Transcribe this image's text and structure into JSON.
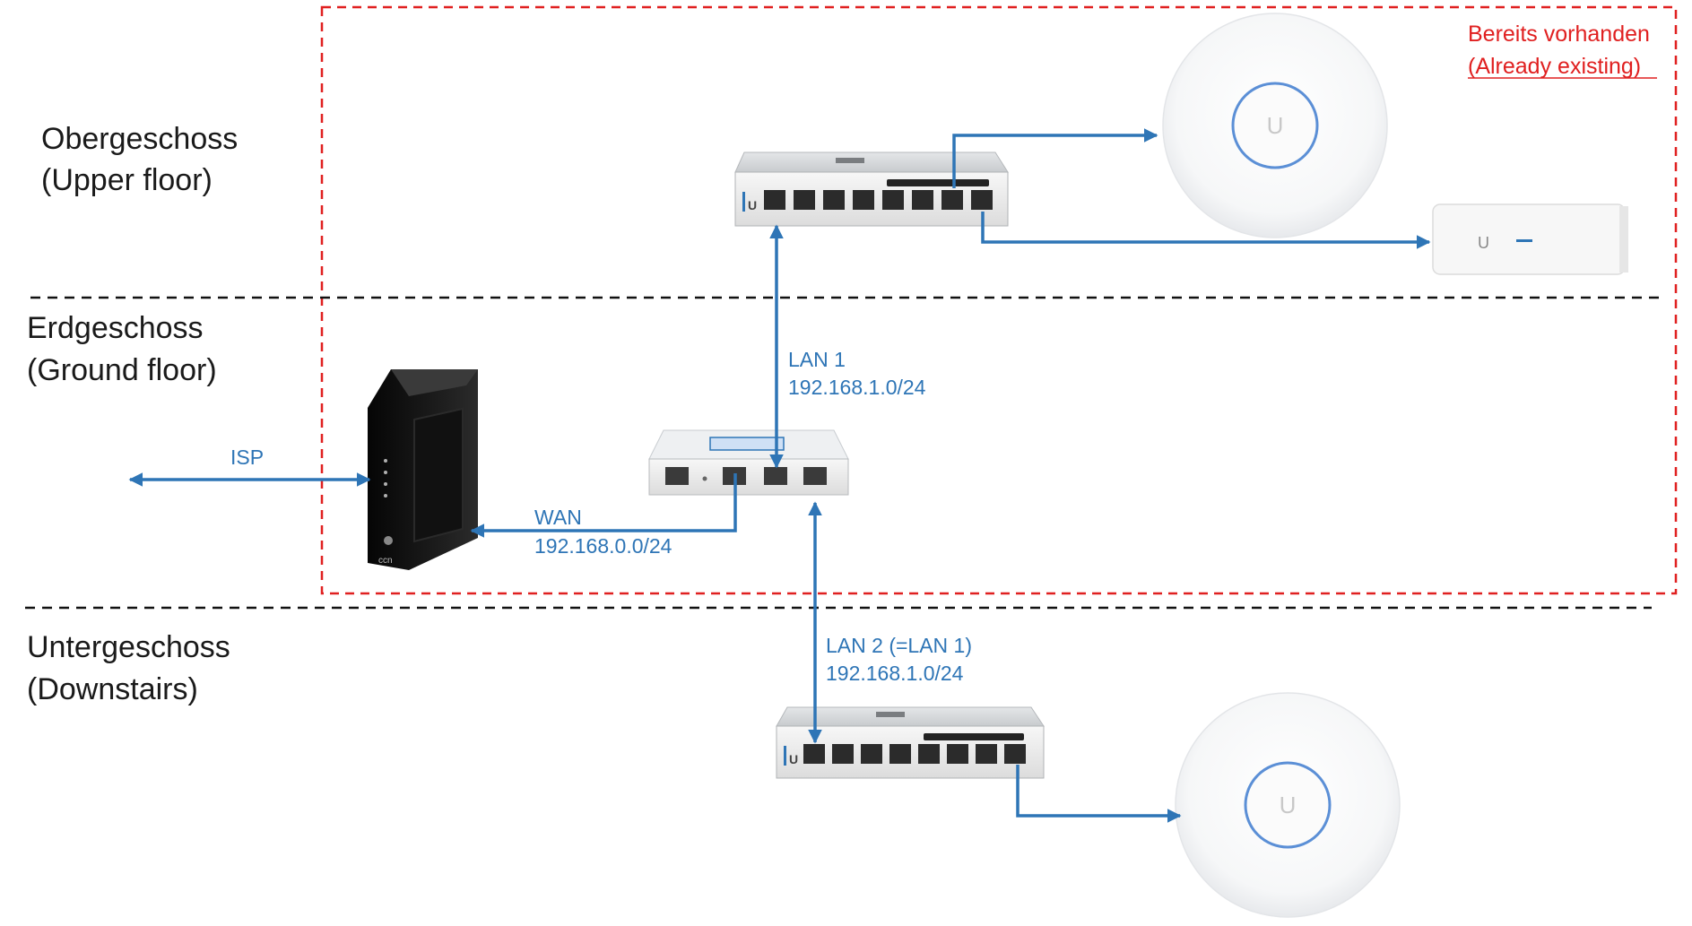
{
  "floors": {
    "upper": {
      "line1": "Obergeschoss",
      "line2": "(Upper floor)"
    },
    "ground": {
      "line1": "Erdgeschoss",
      "line2": "(Ground floor)"
    },
    "downstairs": {
      "line1": "Untergeschoss",
      "line2": "(Downstairs)"
    }
  },
  "existing_region": {
    "line1": "Bereits vorhanden",
    "line2": "(Already existing)"
  },
  "links": {
    "isp": {
      "label": "ISP"
    },
    "wan": {
      "line1": "WAN",
      "line2": "192.168.0.0/24"
    },
    "lan1": {
      "line1": "LAN 1",
      "line2": "192.168.1.0/24"
    },
    "lan2": {
      "line1": "LAN 2 (=LAN 1)",
      "line2": "192.168.1.0/24"
    }
  },
  "colors": {
    "link": "#2e75b6",
    "existing_border": "#e02020",
    "floor_divider": "#111111",
    "floor_text": "#1a1a1a",
    "ap_ring": "#5b8fd6"
  },
  "icons": {
    "modem": "cable-modem-icon",
    "gateway": "security-gateway-icon",
    "switch": "poe-switch-icon",
    "access_point": "wifi-access-point-icon",
    "cloud_key": "cloud-key-icon",
    "ubiquiti_logo": "ubiquiti-u-logo"
  }
}
